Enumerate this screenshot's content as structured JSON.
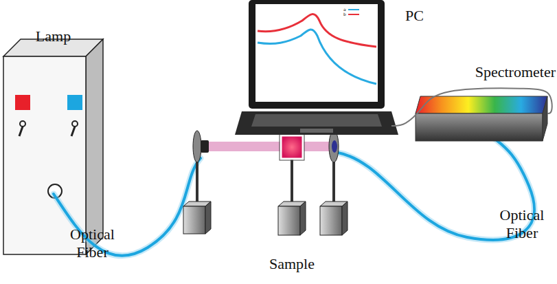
{
  "diagram": {
    "nodes": [
      {
        "text": [
          "Lamp"
        ]
      },
      {
        "text": [
          "PC"
        ]
      },
      {
        "text": [
          "Spectrometer"
        ]
      },
      {
        "text": [
          "Sample"
        ]
      }
    ],
    "edges": [
      {
        "from": 1,
        "to": 2,
        "arrow": "none"
      }
    ],
    "labels": [
      "Optical Fiber",
      "Optical Fiber"
    ],
    "legend": [
      {
        "text": "a",
        "color": "#29abe2"
      },
      {
        "text": "b",
        "color": "#e8303a"
      }
    ]
  }
}
